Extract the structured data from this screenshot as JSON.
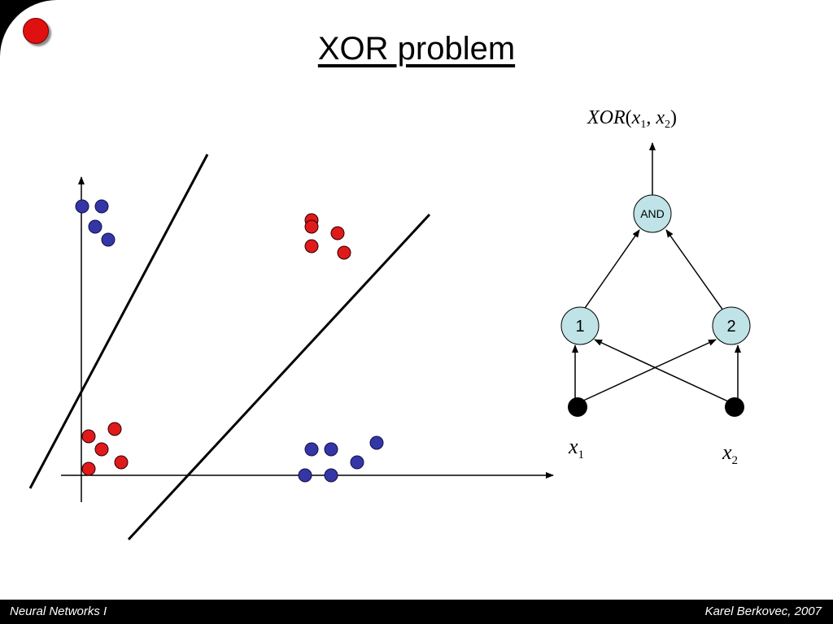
{
  "slide": {
    "title": "XOR problem"
  },
  "network": {
    "output_label": {
      "text": "XOR",
      "args": [
        "x",
        "1",
        "x",
        "2"
      ]
    },
    "and_node": "AND",
    "hidden": [
      "1",
      "2"
    ],
    "inputs": [
      {
        "var": "x",
        "sub": "1"
      },
      {
        "var": "x",
        "sub": "2"
      }
    ]
  },
  "colors": {
    "red": "#e01a1a",
    "blue": "#3436a6",
    "node_fill": "#bfe3e6",
    "footer_bg": "#000000"
  },
  "footer": {
    "left": "Neural Networks I",
    "right": "Karel Berkovec, 2007"
  }
}
